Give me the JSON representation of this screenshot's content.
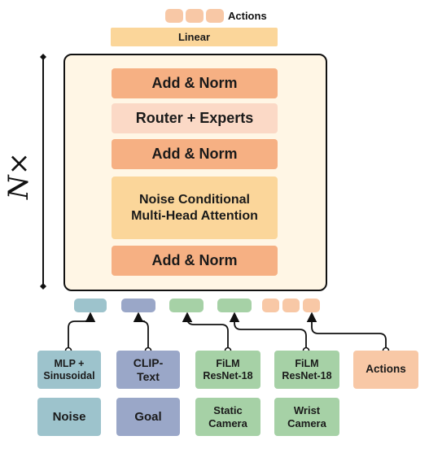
{
  "top": {
    "actions_label": "Actions",
    "linear_label": "Linear"
  },
  "block": {
    "repeat_label": "N×",
    "layers": {
      "add_norm_1": "Add & Norm",
      "router": "Router + Experts",
      "add_norm_2": "Add & Norm",
      "attention": "Noise Conditional\nMulti-Head Attention",
      "add_norm_3": "Add & Norm"
    }
  },
  "encoders": {
    "mlp": "MLP +\nSinusoidal",
    "clip": "CLIP-\nText",
    "film_1": "FiLM\nResNet-18",
    "film_2": "FiLM\nResNet-18",
    "actions": "Actions"
  },
  "inputs": {
    "noise": "Noise",
    "goal": "Goal",
    "static_camera": "Static\nCamera",
    "wrist_camera": "Wrist\nCamera"
  },
  "colors": {
    "orange_dark": "#f6b083",
    "orange_light": "#fbd9c6",
    "yellow": "#fbd69a",
    "panel": "#fff6e5",
    "blue_gray": "#9dc3cc",
    "slate": "#9aa7c8",
    "green": "#a6d1a6",
    "peach": "#f8c8a6"
  }
}
